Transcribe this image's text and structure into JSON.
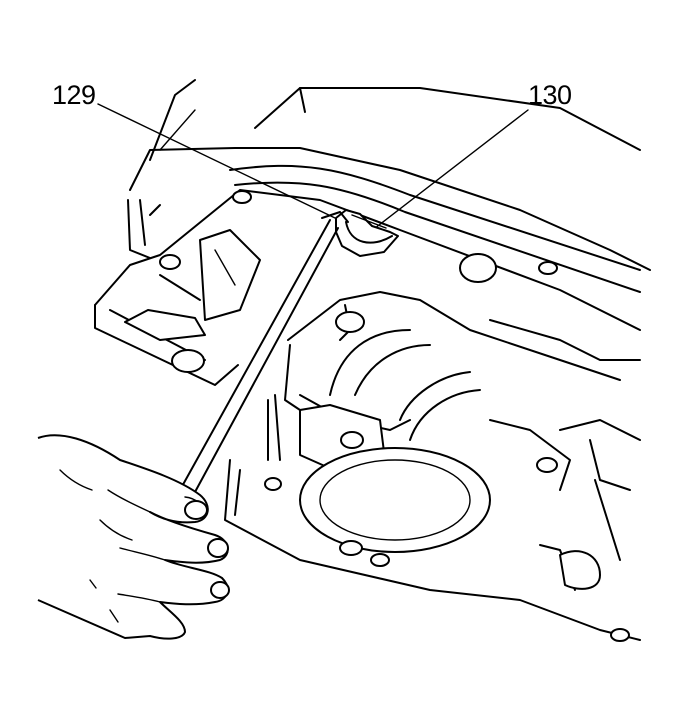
{
  "callouts": [
    {
      "id": "129",
      "text": "129"
    },
    {
      "id": "130",
      "text": "130"
    }
  ]
}
